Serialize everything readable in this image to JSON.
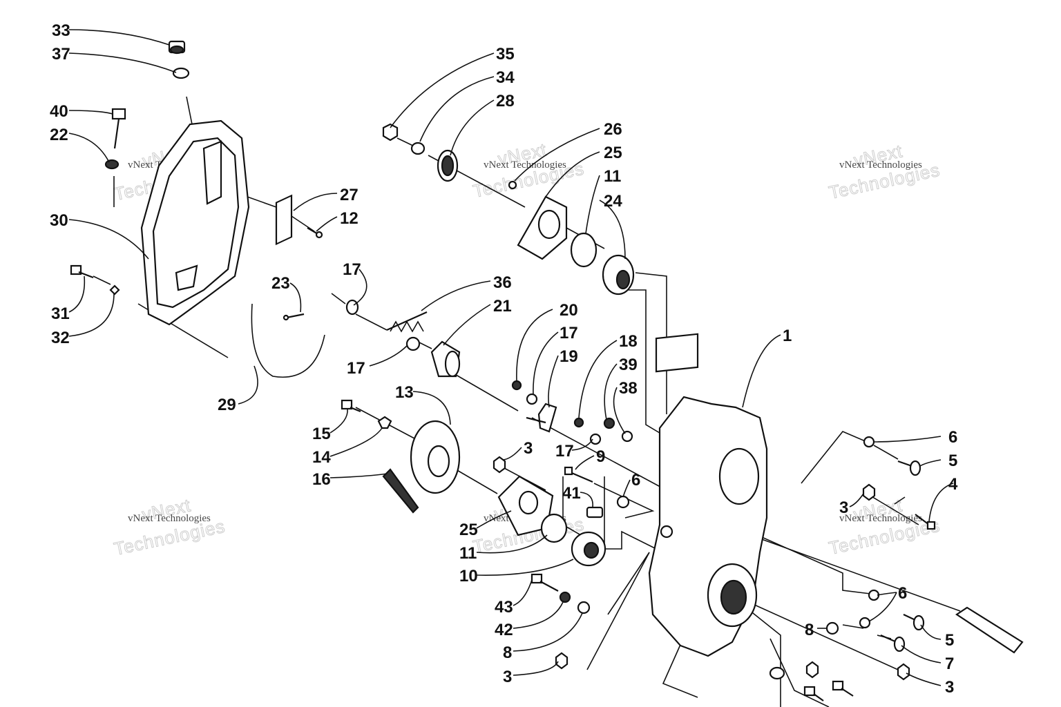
{
  "diagram": {
    "watermark": {
      "brand_top": "vNext",
      "brand_bottom": "Technologies",
      "small": "vNext Technologies"
    },
    "callouts": {
      "c33": "33",
      "c37": "37",
      "c40": "40",
      "c22": "22",
      "c30": "30",
      "c31": "31",
      "c32": "32",
      "c27": "27",
      "c12": "12",
      "c23": "23",
      "c29": "29",
      "c35": "35",
      "c34": "34",
      "c28": "28",
      "c26": "26",
      "c25a": "25",
      "c11a": "11",
      "c24": "24",
      "c17a": "17",
      "c36": "36",
      "c21": "21",
      "c17b": "17",
      "c20": "20",
      "c17c": "17",
      "c19": "19",
      "c18": "18",
      "c39": "39",
      "c38": "38",
      "c1": "1",
      "c13": "13",
      "c15": "15",
      "c14": "14",
      "c16": "16",
      "c3a": "3",
      "c17d": "17",
      "c9": "9",
      "c41": "41",
      "c6a": "6",
      "c25b": "25",
      "c11b": "11",
      "c10": "10",
      "c43": "43",
      "c42": "42",
      "c8a": "8",
      "c3b": "3",
      "c6b": "6",
      "c5a": "5",
      "c4": "4",
      "c3c": "3",
      "c6c": "6",
      "c5b": "5",
      "c8b": "8",
      "c7": "7",
      "c3d": "3"
    }
  }
}
